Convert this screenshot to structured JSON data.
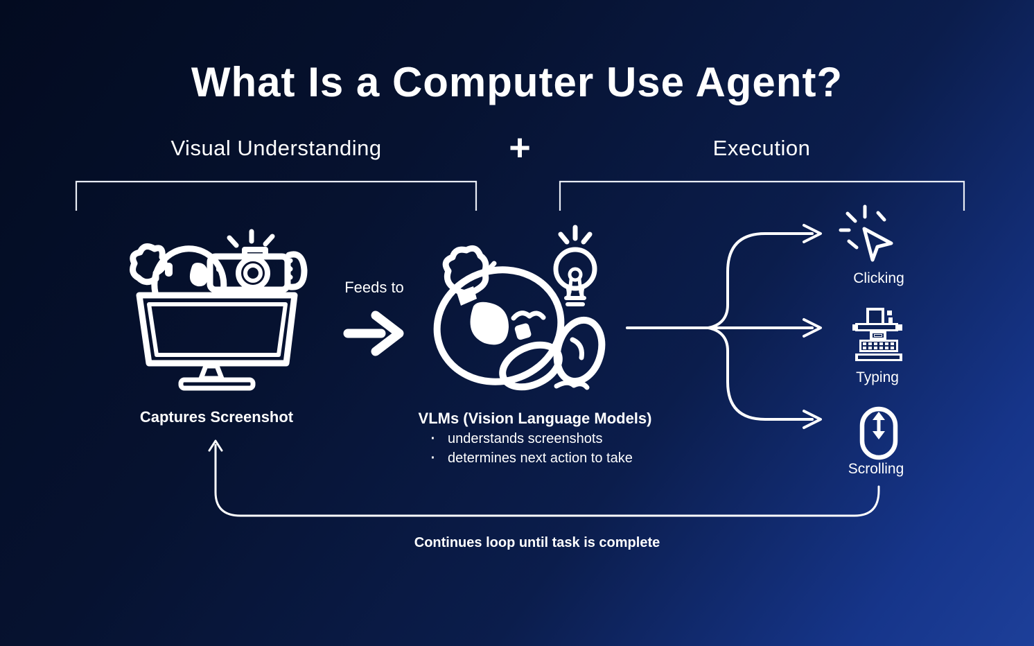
{
  "title": "What Is a Computer Use Agent?",
  "header": {
    "left_section": "Visual Understanding",
    "plus_sign": "+",
    "right_section": "Execution"
  },
  "visual_understanding": {
    "icon": "koala-camera-monitor-icon",
    "caption": "Captures Screenshot"
  },
  "feeds_to": {
    "label": "Feeds to",
    "icon": "feeds-right-arrow-icon"
  },
  "vlm": {
    "icon": "koala-thinking-lightbulb-icon",
    "title": "VLMs (Vision Language Models)",
    "bullet_char": "·",
    "bullets": [
      "understands screenshots",
      "determines next action to take"
    ]
  },
  "execution": {
    "branch_icon": "three-way-branch-arrows",
    "actions": [
      {
        "label": "Clicking",
        "icon": "cursor-click-icon"
      },
      {
        "label": "Typing",
        "icon": "typewriter-icon"
      },
      {
        "label": "Scrolling",
        "icon": "mouse-scroll-icon"
      }
    ]
  },
  "loop": {
    "icon": "loop-return-arrow",
    "caption": "Continues loop until task is complete"
  },
  "colors": {
    "background_top_left": "#030b20",
    "background_bottom_right": "#1d3f99",
    "foreground": "#ffffff"
  }
}
